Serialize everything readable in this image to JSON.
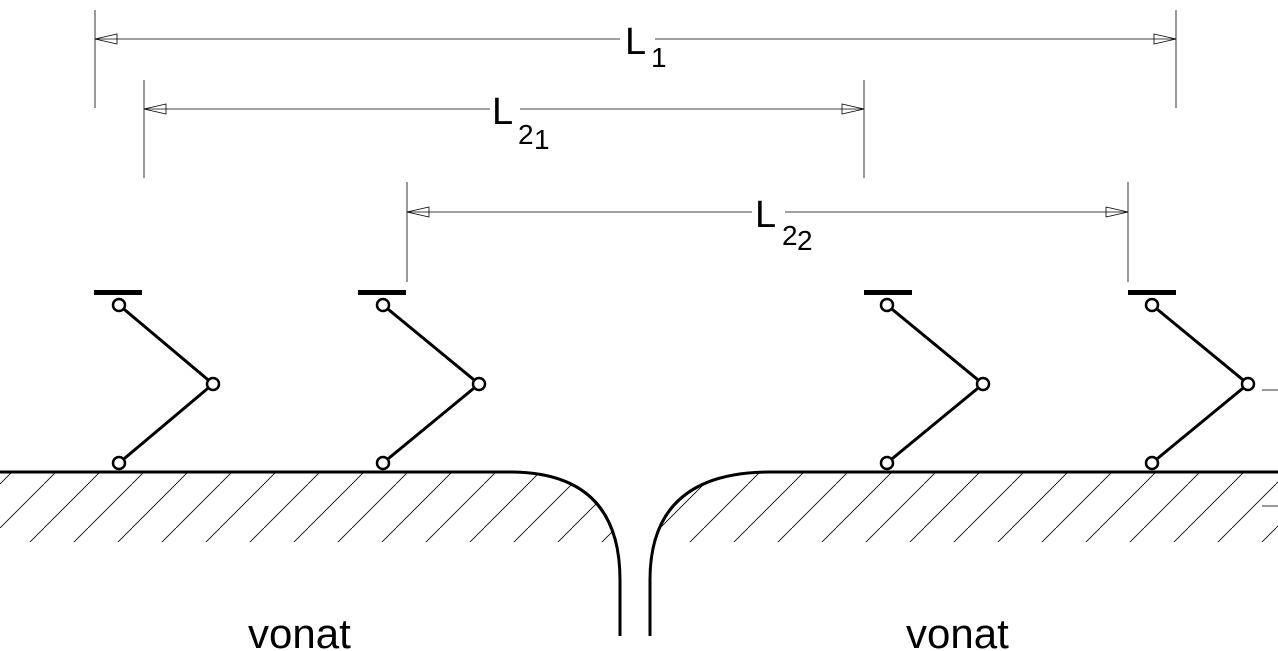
{
  "colors": {
    "line": "#000000",
    "background": "#ffffff"
  },
  "dimensions": {
    "L1": {
      "main": "L",
      "sub": "1"
    },
    "L21": {
      "main": "L",
      "sub": "2",
      "subsub": "1"
    },
    "L22": {
      "main": "L",
      "sub": "2",
      "subsub": "2"
    }
  },
  "cars": {
    "left_label": "vonat",
    "right_label": "vonat"
  },
  "pantographs": [
    {
      "name": "pantograph-1"
    },
    {
      "name": "pantograph-2"
    },
    {
      "name": "pantograph-3"
    },
    {
      "name": "pantograph-4"
    }
  ]
}
